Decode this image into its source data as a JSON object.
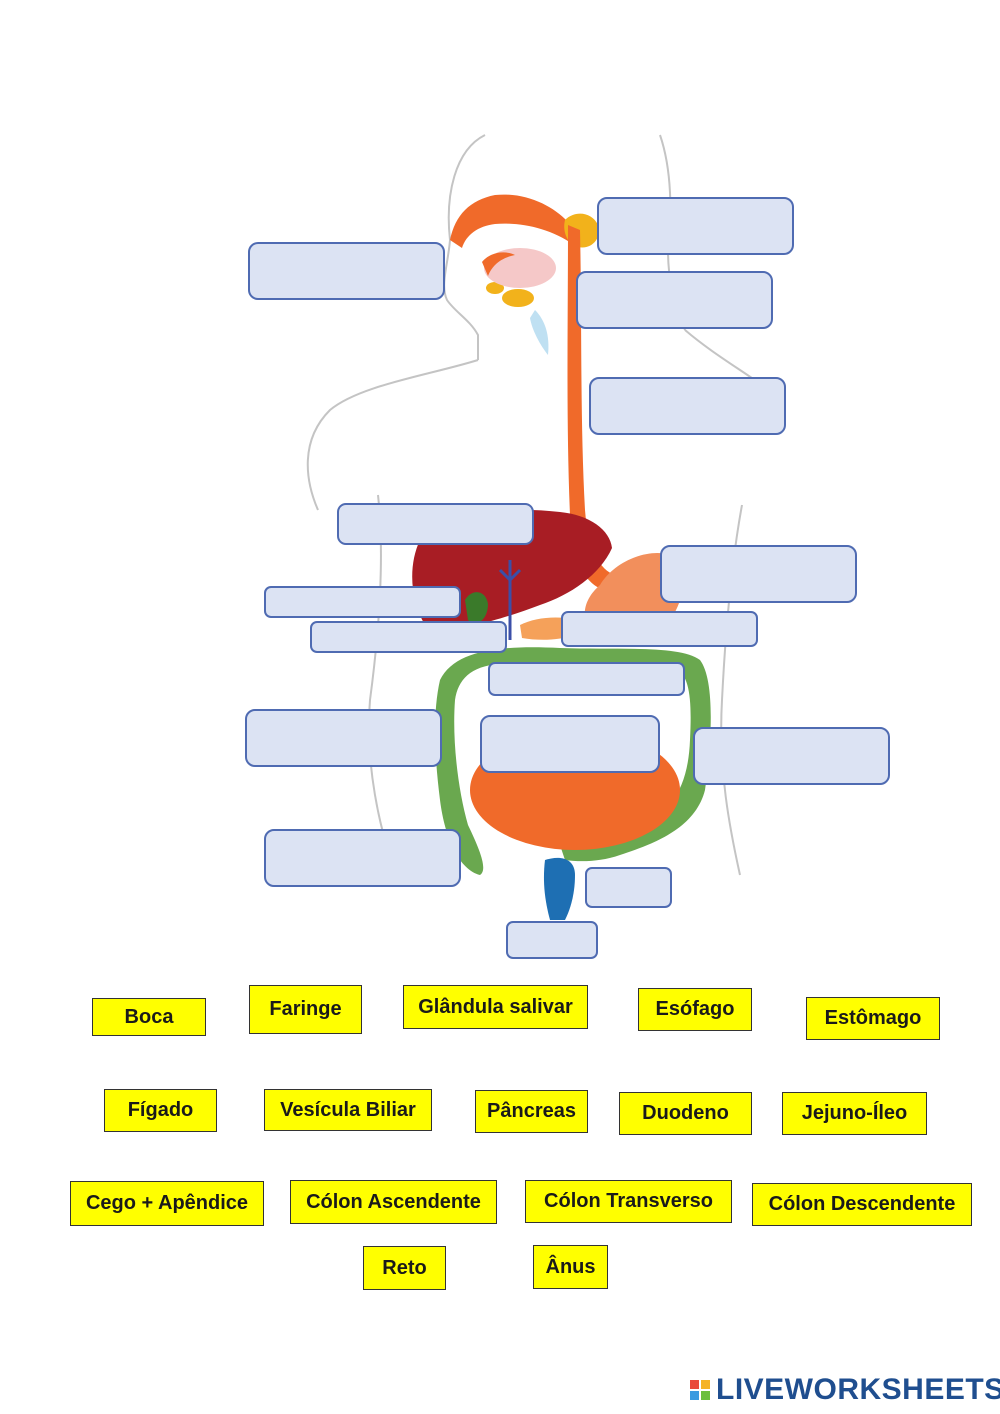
{
  "diagram": {
    "icon": "digestive-system-illustration",
    "colors": {
      "digestive_tract": "#f06a2a",
      "liver": "#a81d24",
      "gallbladder": "#3a7a2a",
      "large_intestine": "#6aa84f",
      "rectum": "#1e6fb3",
      "salivary_gland": "#f2b21b",
      "body_outline": "#b0b0b0"
    }
  },
  "word_bank": [
    "Boca",
    "Faringe",
    "Glândula salivar",
    "Esófago",
    "Estômago",
    "Fígado",
    "Vesícula Biliar",
    "Pâncreas",
    "Duodeno",
    "Jejuno-Íleo",
    "Cego + Apêndice",
    "Cólon Ascendente",
    "Cólon Transverso",
    "Cólon Descendente",
    "Reto",
    "Ânus"
  ],
  "brand": {
    "name": "LIVEWORKSHEETS",
    "icon": "liveworksheets-logo-icon",
    "logo_colors": [
      "#e94b3c",
      "#f5b325",
      "#3c9be0",
      "#6cbf3f"
    ]
  }
}
